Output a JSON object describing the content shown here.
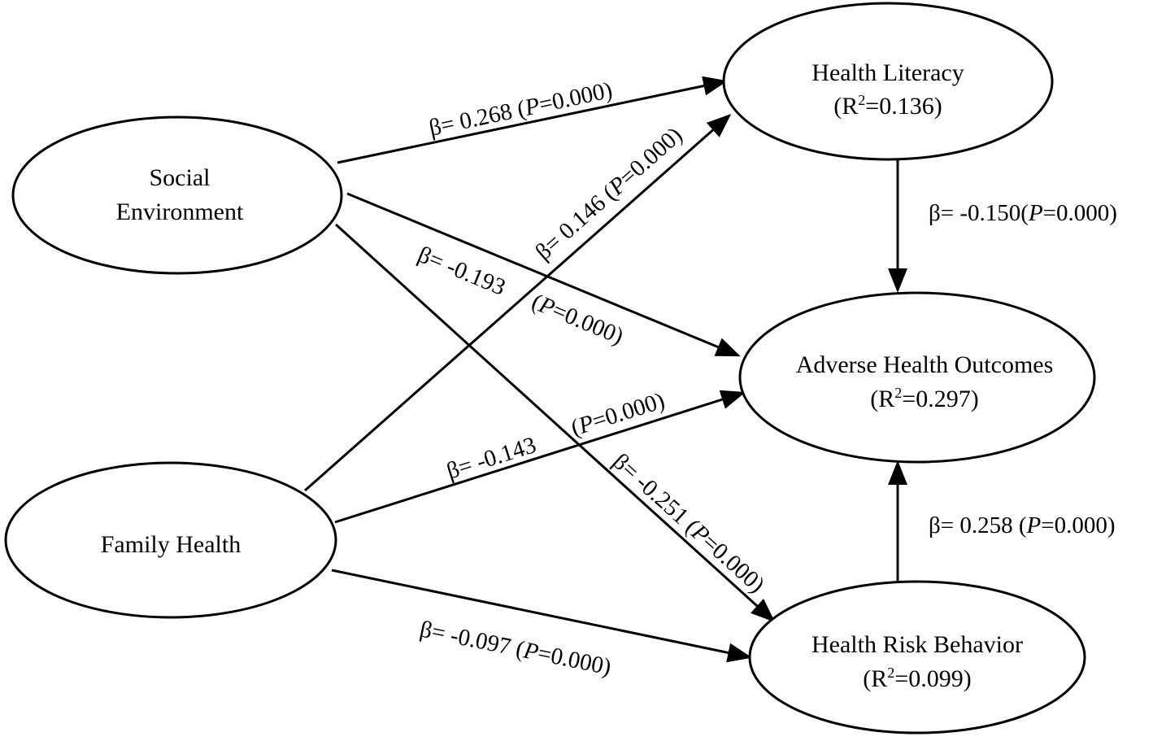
{
  "nodes": {
    "social_environment": {
      "line1": "Social",
      "line2": "Environment"
    },
    "family_health": {
      "line1": "Family Health"
    },
    "health_literacy": {
      "line1": "Health Literacy",
      "r2_prefix": "(R",
      "r2_sup": "2",
      "r2_suffix": "=0.136)"
    },
    "adverse_health_outcomes": {
      "line1": "Adverse Health Outcomes",
      "r2_prefix": "(R",
      "r2_sup": "2",
      "r2_suffix": "=0.297)"
    },
    "health_risk_behavior": {
      "line1": "Health Risk Behavior",
      "r2_prefix": "(R",
      "r2_sup": "2",
      "r2_suffix": "=0.099)"
    }
  },
  "edges": {
    "se_to_hl": {
      "beta": "β= 0.268 (",
      "p": "P",
      "pval": "=0.000)"
    },
    "fh_to_hl": {
      "beta": "β= 0.146 (",
      "p": "P",
      "pval": "=0.000)"
    },
    "se_to_aho": {
      "beta": "β= -0.193",
      "p": "P",
      "pval": "=0.000)",
      "p_open": "("
    },
    "fh_to_aho": {
      "beta": "β= -0.143",
      "p": "P",
      "pval": "=0.000)",
      "p_open": "("
    },
    "se_to_hrb": {
      "beta": "β= -0.251 (",
      "p": "P",
      "pval": "=0.000)"
    },
    "fh_to_hrb": {
      "beta": "β= -0.097 (",
      "p": "P",
      "pval": "=0.000)"
    },
    "hl_to_aho": {
      "beta": "β= -0.150(",
      "p": "P",
      "pval": "=0.000)"
    },
    "hrb_to_aho": {
      "beta": "β= 0.258 (",
      "p": "P",
      "pval": "=0.000)"
    }
  }
}
